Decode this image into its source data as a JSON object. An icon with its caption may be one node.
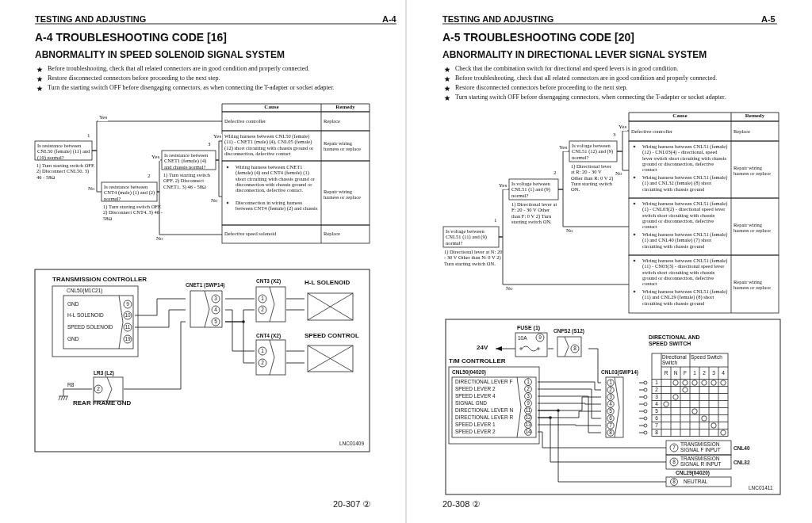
{
  "diagram": {
    "nodes": [
      {
        "text": [
          "Is resistance between CNL50 (female) (11) and (19) normal?"
        ],
        "beside": [
          "1",
          "1) Turn starting switch OFF. 2) Disconnect CNL50. 3) 46 - 58Ω"
        ]
      },
      {
        "text": [
          "Is resistance between CNT4 (male) (1) and (2) normal?"
        ],
        "beside": [
          "2",
          "1) Turn starting switch OFF. 2) Disconnect CNT4. 3) 46 - 58Ω"
        ]
      },
      {
        "text": [
          "Is resistance between CNET1 (female) (4) and chassis normal?"
        ],
        "beside": [
          "3",
          "1) Turn starting switch OFF. 2) Disconnect CNET1. 3) 46 - 58Ω"
        ]
      },
      {
        "text": [
          "Defective controller",
          "Replace"
        ]
      },
      {
        "text": [
          "Wiring harness between CNL50 (female) (11) - CNET1 (male) (4), CNL05 (female) (12) short circuiting with chassis ground or disconnection, defective contact",
          "Repair wiring harness or replace"
        ]
      },
      {
        "text": [
          "Wiring harness between CNET1 (female) (4) and CNT4 (female) (1) short circuiting with chassis ground or disconnection with chassis ground or disconnection, defective contact.",
          "Disconnection in wiring harness between CNT4 (female) (2) and chassis",
          "Repair wiring harness or replace"
        ]
      },
      {
        "text": [
          "Defective speed solenoid",
          "Replace"
        ]
      },
      {
        "text": [
          "TRANSMISSION CONTROLLER"
        ]
      },
      {
        "text": [
          "CNL50(M1C21)",
          "GND",
          "H-L SOLENOID",
          "SPEED SOLENOID",
          "GND",
          "9",
          "10",
          "11",
          "19"
        ],
        "in": 7
      },
      {
        "text": [
          "CNET1 (SWP14)",
          "3",
          "4",
          "5"
        ]
      },
      {
        "text": [
          "CNT3 (X2)",
          "1",
          "2"
        ]
      },
      {
        "text": [
          "H-L SOLENOID"
        ]
      },
      {
        "text": [
          "CNT4 (X2)",
          "1",
          "2"
        ]
      },
      {
        "text": [
          "SPEED CONTROL"
        ]
      },
      {
        "text": [
          "LR3 (L2)",
          "2"
        ]
      },
      {
        "text": [],
        "shape": "ground"
      },
      {
        "text": [
          "Is voltage between CNL51 (11) and (9) normal?"
        ],
        "beside": [
          "1",
          "1) Directional lever at N: 20 - 30 V Other than N: 0 V 2) Turn starting switch ON."
        ]
      },
      {
        "text": [
          "Is voltage between CNL51 (1) and (9) normal?"
        ],
        "beside": [
          "2",
          "1) Directional lever at F: 20 - 30 V Other than F: 0 V 2) Turn starting switch ON."
        ]
      },
      {
        "text": [
          "Is voltage between CNL51 (12) and (9) normal?"
        ],
        "beside": [
          "3",
          "1) Directional lever at R: 20 - 30 V Other than R: 0 V 2) Turn starting switch ON."
        ]
      },
      {
        "text": [
          "Defective controller",
          "Replace"
        ]
      },
      {
        "text": [
          "Wiring harness between CNL51 (female) (12) - CNL03(4) - directional, speed lever switch short circuiting with chassis ground or disconnection, defective contact",
          "Wiring harness between CNL51 (female) (1) and CNL32 (female) (8) short circuiting with chassis ground",
          "Repair wiring harness or replace"
        ]
      },
      {
        "text": [
          "Wiring harness between CNL51 (female) (1) - CNL03(2) - directional speed lever switch short circuiting with chassis ground or disconnection, defective contact",
          "Wiring harness between CNL51 (female) (1) and CNL40 (female) (7) short circuiting with chassis ground",
          "Repair wiring harness or replace"
        ]
      },
      {
        "text": [
          "Wiring harness between CNL51 (female) (11) - CN03(3) - directional speed lever switch short circuiting with chassis ground or disconnection, defective contact",
          "Wiring harness between CNL51 (female) (11) and CNL29 (female) (8) short circuiting with chassis ground",
          "Repair wiring harness or replace"
        ]
      },
      {
        "text": [
          "24V"
        ]
      },
      {
        "text": [
          "FUSE (1)",
          "10A",
          "9"
        ]
      },
      {
        "text": [
          "CNFS2 (S12)",
          "8"
        ]
      },
      {
        "text": [
          "T/M CONTROLLER"
        ]
      },
      {
        "text": [
          "CNL50(04020)",
          "DIRECTIONAL LEVER F",
          "SPEED LEVER 2",
          "SPEED LEVER 4",
          "SIGNAL GND",
          "DIRECTIONAL LEVER N",
          "DIRECTIONAL LEVER R",
          "SPEED LEVER 1",
          "SPEED LEVER 2",
          "1",
          "2",
          "3",
          "9",
          "11",
          "12",
          "13",
          "14"
        ],
        "in": 26
      },
      {
        "text": [
          "CNL03(SWP14)",
          "1",
          "2",
          "3",
          "4",
          "5",
          "6",
          "7",
          "8"
        ]
      },
      {
        "text": [
          "DIRECTIONAL AND SPEED SWITCH",
          "Directional Switch",
          "Speed Switch",
          "R",
          "N",
          "F",
          "1",
          "2",
          "3",
          "4",
          "1",
          "2",
          "3",
          "4",
          "5",
          "6",
          "7",
          "8"
        ]
      },
      {
        "text": [
          "7",
          "TRANSMISSION SIGNAL F INPUT"
        ],
        "beside": [
          "CNL40"
        ]
      },
      {
        "text": [
          "8",
          "TRANSMISSION SIGNAL R INPUT"
        ],
        "beside": [
          "CNL32"
        ]
      },
      {
        "text": [
          "CNL29(04020)",
          "8",
          "NEUTRAL"
        ]
      }
    ],
    "edges": [
      {
        "from": 0,
        "to": 3,
        "arrow": "none",
        "label": "Yes"
      },
      {
        "from": 0,
        "to": 1,
        "arrow": "none",
        "label": "No"
      },
      {
        "from": 1,
        "to": 2,
        "arrow": "none",
        "label": "Yes"
      },
      {
        "from": 1,
        "to": 6,
        "arrow": "none",
        "label": "No"
      },
      {
        "from": 2,
        "to": 4,
        "arrow": "none",
        "label": "Yes"
      },
      {
        "from": 2,
        "to": 5,
        "arrow": "none",
        "label": "No"
      },
      {
        "from": 8,
        "to": 9,
        "arrow": "none"
      },
      {
        "from": 8,
        "to": 9,
        "arrow": "none"
      },
      {
        "from": 14,
        "to": 9,
        "arrow": "none"
      },
      {
        "from": 9,
        "to": 10,
        "arrow": "none"
      },
      {
        "from": 9,
        "to": 12,
        "arrow": "none"
      },
      {
        "from": 9,
        "to": 10,
        "arrow": "none"
      },
      {
        "from": 9,
        "to": 12,
        "arrow": "none"
      },
      {
        "from": 10,
        "to": 11,
        "arrow": "none"
      },
      {
        "from": 10,
        "to": 11,
        "arrow": "none"
      },
      {
        "from": 12,
        "to": 13,
        "arrow": "none"
      },
      {
        "from": 12,
        "to": 13,
        "arrow": "none"
      },
      {
        "from": 14,
        "to": 15,
        "arrow": "none",
        "label": "R8"
      },
      {
        "from": 16,
        "to": 17,
        "arrow": "none",
        "label": "Yes"
      },
      {
        "from": 16,
        "to": 22,
        "arrow": "none",
        "label": "No"
      },
      {
        "from": 17,
        "to": 18,
        "arrow": "none",
        "label": "Yes"
      },
      {
        "from": 17,
        "to": 21,
        "arrow": "none",
        "label": "No"
      },
      {
        "from": 18,
        "to": 19,
        "arrow": "none",
        "label": "Yes"
      },
      {
        "from": 18,
        "to": 20,
        "arrow": "none",
        "label": "No"
      },
      {
        "from": 24,
        "to": 23,
        "arrow": "to"
      },
      {
        "from": 24,
        "to": 25,
        "arrow": "none"
      },
      {
        "from": 25,
        "to": 28,
        "arrow": "none"
      },
      {
        "from": 27,
        "to": 28,
        "arrow": "none"
      },
      {
        "from": 27,
        "to": 28,
        "arrow": "none"
      },
      {
        "from": 27,
        "to": 28,
        "arrow": "none"
      },
      {
        "from": 27,
        "to": 28,
        "arrow": "none"
      },
      {
        "from": 27,
        "to": 28,
        "arrow": "none"
      },
      {
        "from": 27,
        "to": 28,
        "arrow": "none"
      },
      {
        "from": 27,
        "to": 28,
        "arrow": "none"
      },
      {
        "from": 27,
        "to": 30,
        "arrow": "none"
      },
      {
        "from": 27,
        "to": 31,
        "arrow": "none"
      },
      {
        "from": 27,
        "to": 32,
        "arrow": "none"
      },
      {
        "from": 28,
        "to": 29,
        "arrow": "none"
      },
      {
        "from": 28,
        "to": 29,
        "arrow": "none"
      },
      {
        "from": 28,
        "to": 29,
        "arrow": "none"
      },
      {
        "from": 28,
        "to": 29,
        "arrow": "none"
      },
      {
        "from": 28,
        "to": 29,
        "arrow": "none"
      },
      {
        "from": 28,
        "to": 29,
        "arrow": "none"
      },
      {
        "from": 28,
        "to": 29,
        "arrow": "none"
      },
      {
        "from": 28,
        "to": 29,
        "arrow": "none"
      }
    ],
    "labels": [
      "TESTING AND ADJUSTING",
      "A-4",
      "A-4 TROUBLESHOOTING CODE [16]",
      "ABNORMALITY IN SPEED SOLENOID SIGNAL SYSTEM",
      "Before troubleshooting, check that all related connectors are in good condition and properly connected.",
      "Restore disconnected connectors before proceeding to the next step.",
      "Turn the starting switch OFF before disengaging connectors, as when connecting the T-adapter or socket adapter.",
      "Cause",
      "Remedy",
      "REAR FRAME GND",
      "LNC01409",
      "20-307 ②",
      "TESTING AND ADJUSTING",
      "A-5",
      "A-5 TROUBLESHOOTING CODE [20]",
      "ABNORMALITY IN DIRECTIONAL LEVER SIGNAL SYSTEM",
      "Check that the combination switch for directional and speed levers is in good condition.",
      "Before troubleshooting, check that all related connectors are in good condition and properly connected.",
      "Restore disconnected connectors before proceeding to the next step.",
      "Turn starting switch OFF before disengaging connectors, when connecting the T-adapter or socket adapter.",
      "Cause",
      "Remedy",
      "LNC01411",
      "20-308 ②"
    ]
  }
}
